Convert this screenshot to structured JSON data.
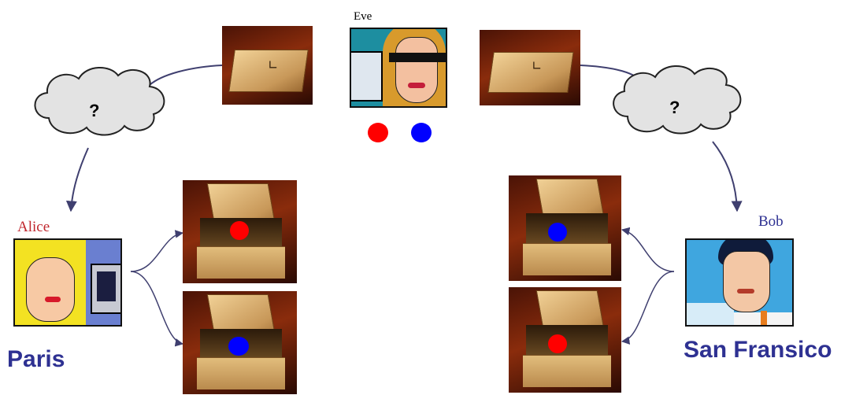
{
  "people": {
    "eve": {
      "name": "Eve"
    },
    "alice": {
      "name": "Alice",
      "city": "Paris"
    },
    "bob": {
      "name": "Bob",
      "city": "San Fransico"
    }
  },
  "channel": {
    "unknown_mark": "?"
  },
  "colors": {
    "red_ball": "#ff0000",
    "blue_ball": "#0000ff",
    "city_text": "#2e3192",
    "alice_name": "#c0262d",
    "bob_name": "#2e3192",
    "arrow": "#3f3f6f"
  },
  "icons": {
    "lock": "lock-icon",
    "cloud": "cloud-icon",
    "arrow": "arrow-icon"
  }
}
